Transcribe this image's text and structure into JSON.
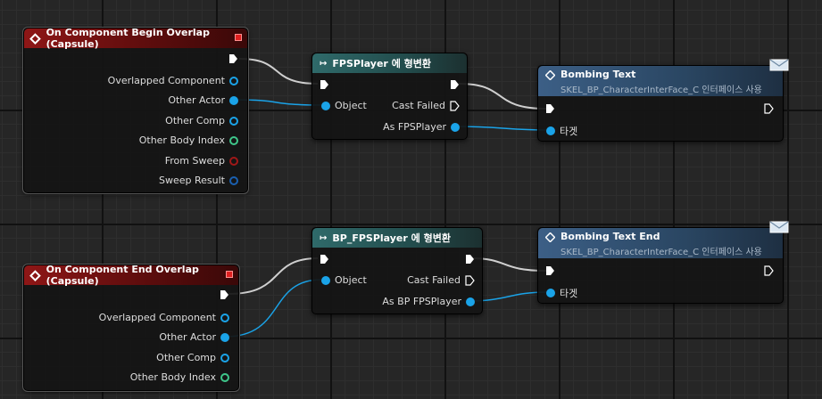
{
  "nodes": {
    "begin_overlap": {
      "title": "On Component Begin Overlap (Capsule)",
      "pins": [
        "Overlapped Component",
        "Other Actor",
        "Other Comp",
        "Other Body Index",
        "From Sweep",
        "Sweep Result"
      ]
    },
    "end_overlap": {
      "title": "On Component End Overlap (Capsule)",
      "pins": [
        "Overlapped Component",
        "Other Actor",
        "Other Comp",
        "Other Body Index"
      ]
    },
    "cast1": {
      "title": "FPSPlayer 에 형변환",
      "object": "Object",
      "cast_failed": "Cast Failed",
      "as_out": "As FPSPlayer"
    },
    "cast2": {
      "title": "BP_FPSPlayer 에 형변환",
      "object": "Object",
      "cast_failed": "Cast Failed",
      "as_out": "As BP FPSPlayer"
    },
    "bombing": {
      "title": "Bombing Text",
      "subtitle": "SKEL_BP_CharacterInterFace_C 인터페이스 사용",
      "target": "타겟"
    },
    "bombing_end": {
      "title": "Bombing Text End",
      "subtitle": "SKEL_BP_CharacterInterFace_C 인터페이스 사용",
      "target": "타겟"
    }
  },
  "colors": {
    "exec_wire": "#cfcfcf",
    "object_wire": "#1aa3e8",
    "event_header": "#8e1616",
    "cast_header": "#2f6a6a",
    "interface_header": "#3c5f86"
  }
}
